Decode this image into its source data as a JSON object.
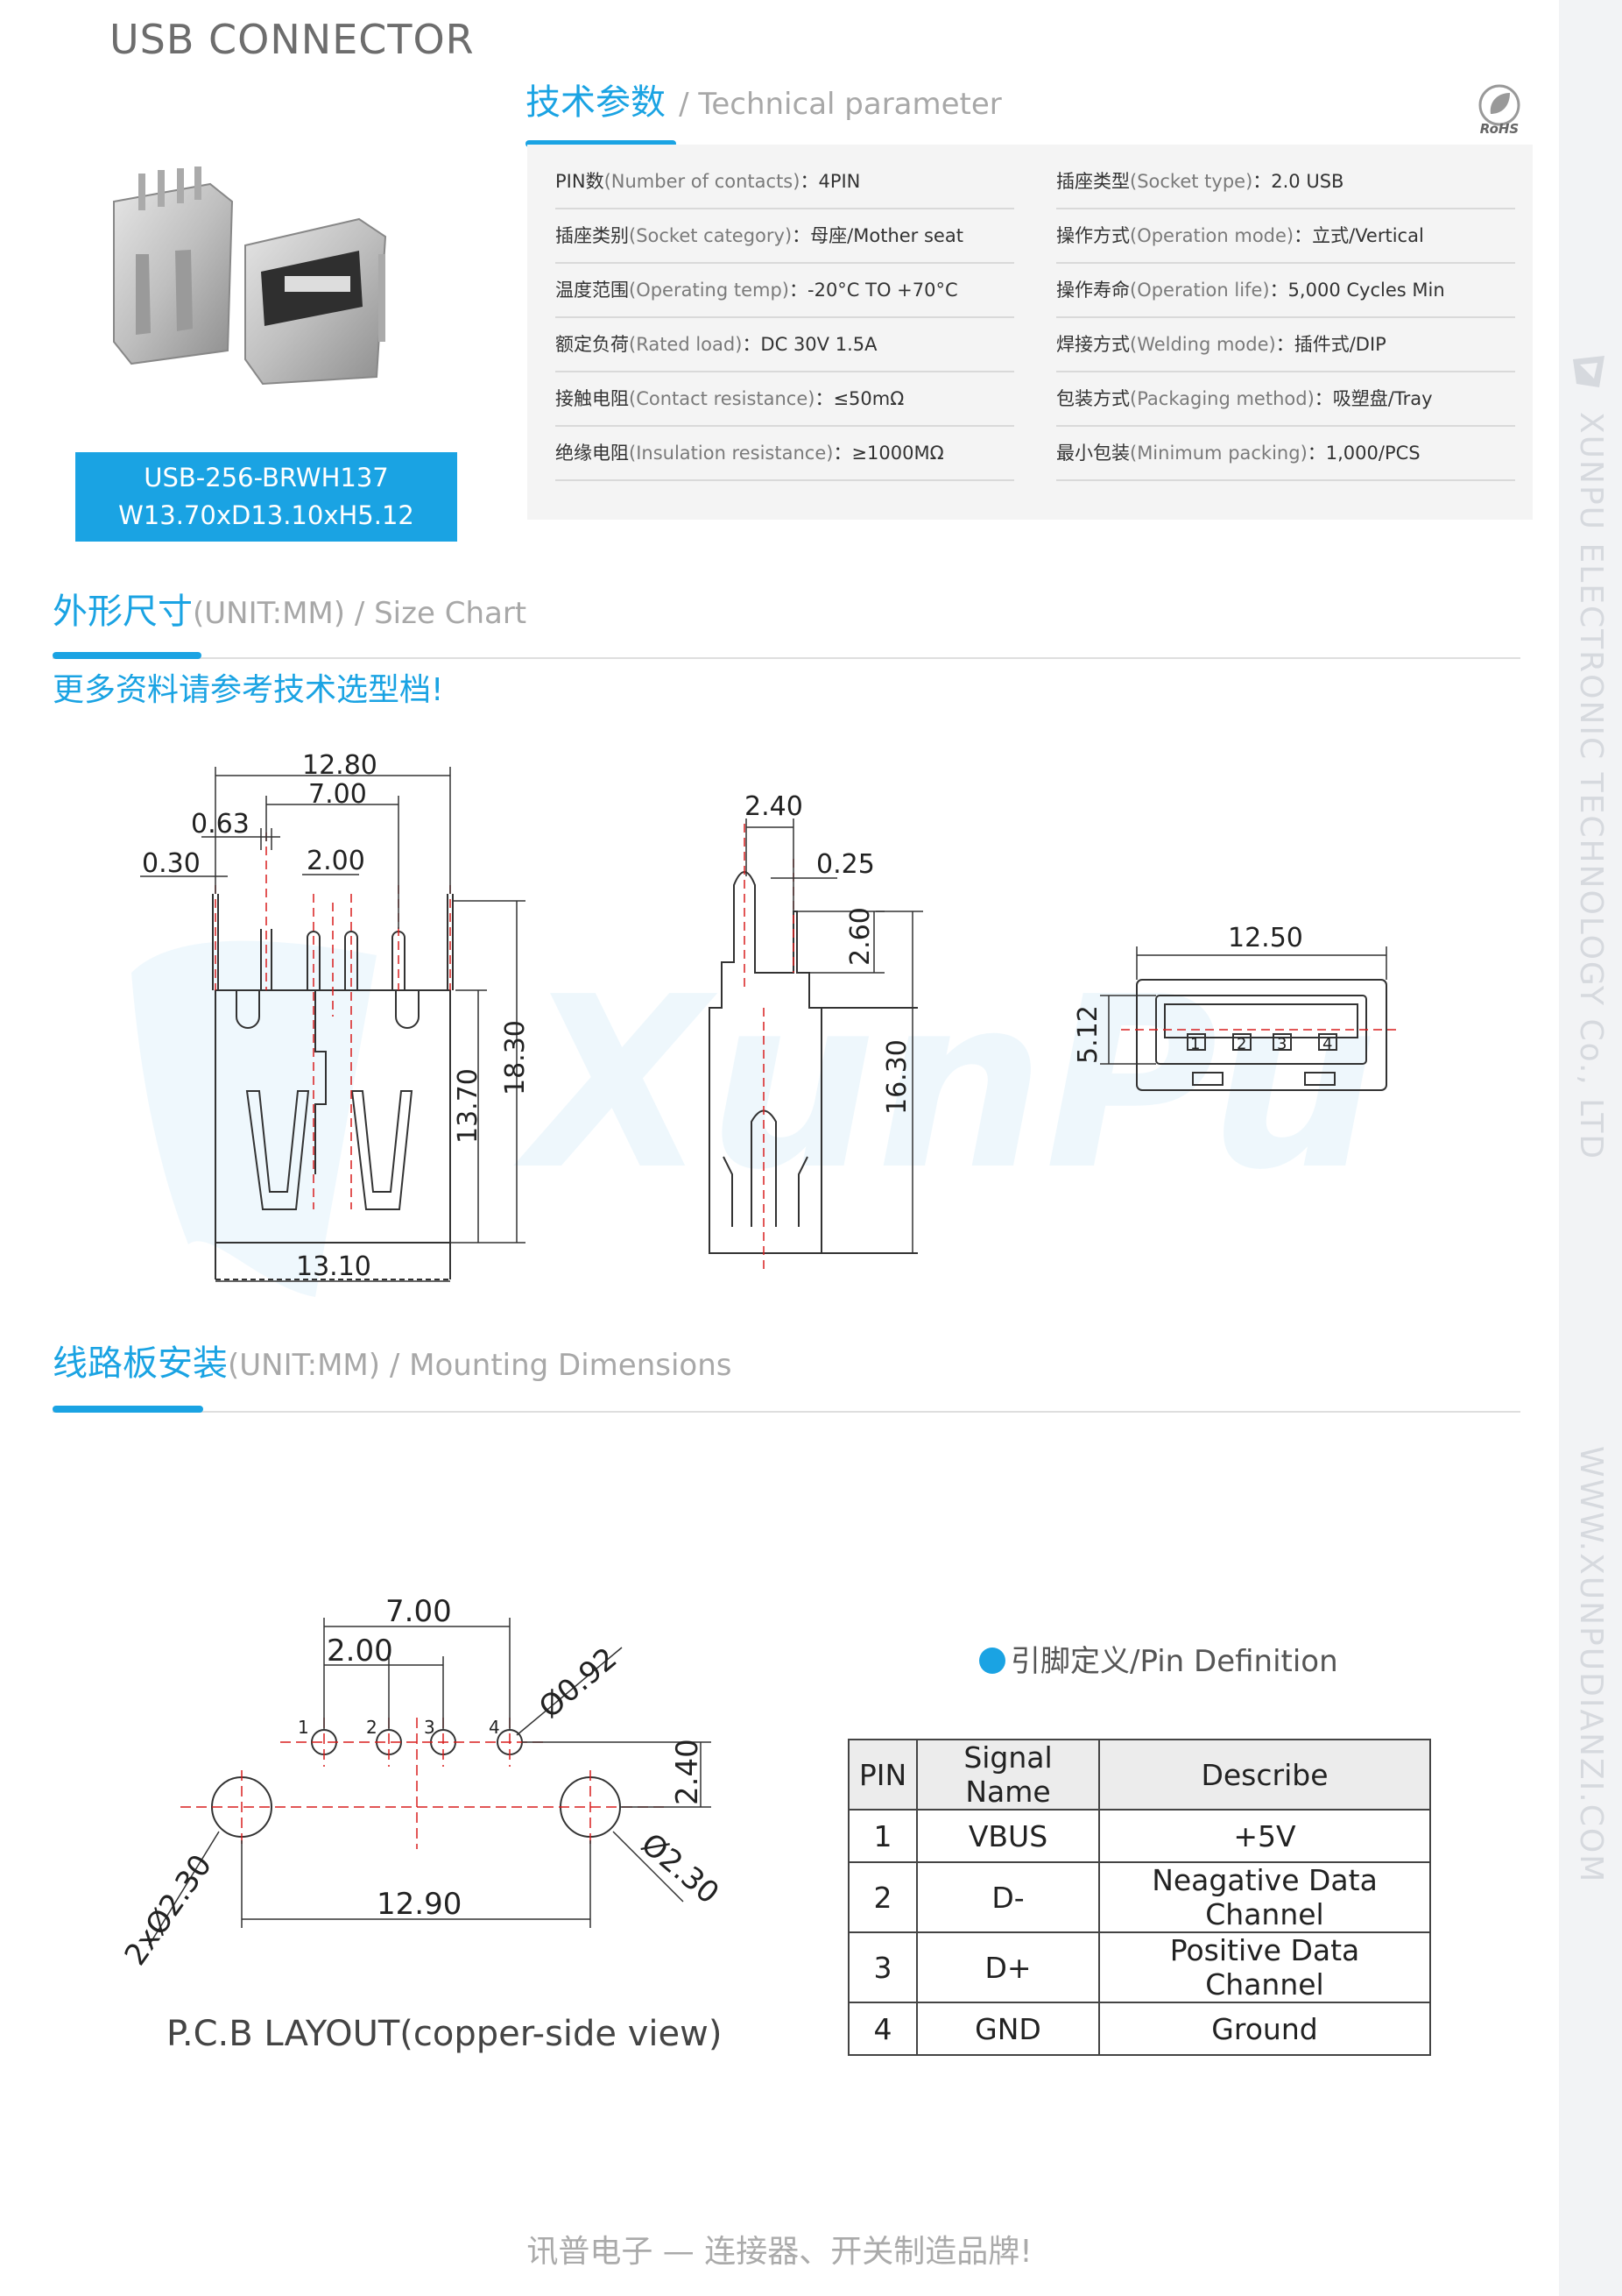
{
  "doc_title": "USB CONNECTOR",
  "tech_section": {
    "title_zh": "技术参数",
    "title_en": "/ Technical parameter"
  },
  "rohs_label": "RoHS",
  "params_left": [
    {
      "zh": "PIN数",
      "en": "(Number of contacts)",
      "value": "：4PIN"
    },
    {
      "zh": "插座类别",
      "en": "(Socket category)",
      "value": "：母座/Mother seat"
    },
    {
      "zh": "温度范围",
      "en": "(Operating temp)",
      "value": "：-20°C TO +70°C"
    },
    {
      "zh": "额定负荷",
      "en": "(Rated load)",
      "value": "：DC 30V 1.5A"
    },
    {
      "zh": "接触电阻",
      "en": "(Contact resistance)",
      "value": "：≤50mΩ"
    },
    {
      "zh": "绝缘电阻",
      "en": "(Insulation resistance)",
      "value": "：≥1000MΩ"
    }
  ],
  "params_right": [
    {
      "zh": "插座类型",
      "en": "(Socket type)",
      "value": "：2.0 USB"
    },
    {
      "zh": "操作方式",
      "en": "(Operation mode)",
      "value": "：立式/Vertical"
    },
    {
      "zh": "操作寿命",
      "en": "(Operation life)",
      "value": "：5,000 Cycles Min"
    },
    {
      "zh": "焊接方式",
      "en": "(Welding mode)",
      "value": "：插件式/DIP"
    },
    {
      "zh": "包装方式",
      "en": "(Packaging method)",
      "value": "：吸塑盘/Tray"
    },
    {
      "zh": "最小包装",
      "en": "(Minimum packing)",
      "value": "：1,000/PCS"
    }
  ],
  "model": {
    "part_number": "USB-256-BRWH137",
    "dimensions": "W13.70xD13.10xH5.12"
  },
  "size_section": {
    "title_zh": "外形尺寸",
    "title_en": "(UNIT:MM) / Size Chart"
  },
  "note": "更多资料请参考技术选型档!",
  "mount_section": {
    "title_zh": "线路板安装",
    "title_en": "(UNIT:MM) / Mounting Dimensions"
  },
  "watermark": "XunPu",
  "front_view_dims": [
    "12.80",
    "7.00",
    "0.63",
    "0.30",
    "2.00",
    "18.30",
    "13.70",
    "13.10"
  ],
  "side_view_dims": [
    "2.40",
    "0.25",
    "2.60",
    "16.30"
  ],
  "top_view": {
    "dims": [
      "12.50",
      "5.12"
    ],
    "pin_labels": [
      "1",
      "2",
      "3",
      "4"
    ]
  },
  "pcb": {
    "dims": [
      "7.00",
      "2.00",
      "Ø0.92",
      "2.40",
      "Ø2.30",
      "12.90",
      "2xØ2.30"
    ],
    "hole_labels": [
      "1",
      "2",
      "3",
      "4"
    ],
    "title": "P.C.B LAYOUT(copper-side view)"
  },
  "pin_definition": {
    "title": "引脚定义/Pin Definition",
    "headers": [
      "PIN",
      "Signal Name",
      "Describe"
    ],
    "rows": [
      [
        "1",
        "VBUS",
        "+5V"
      ],
      [
        "2",
        "D-",
        "Neagative Data Channel"
      ],
      [
        "3",
        "D+",
        "Positive Data Channel"
      ],
      [
        "4",
        "GND",
        "Ground"
      ]
    ]
  },
  "sidebar": {
    "company": "XUNPU ELECTRONIC TECHNOLOGY Co., LTD",
    "website": "WWW.XUNPUDIANZI.COM"
  },
  "footer": "讯普电子 — 连接器、开关制造品牌!",
  "colors": {
    "accent": "#1aa3e3",
    "sidebar": "#f2f3f5",
    "params_bg": "#f4f4f4",
    "dim_line": "#d81e1e"
  }
}
